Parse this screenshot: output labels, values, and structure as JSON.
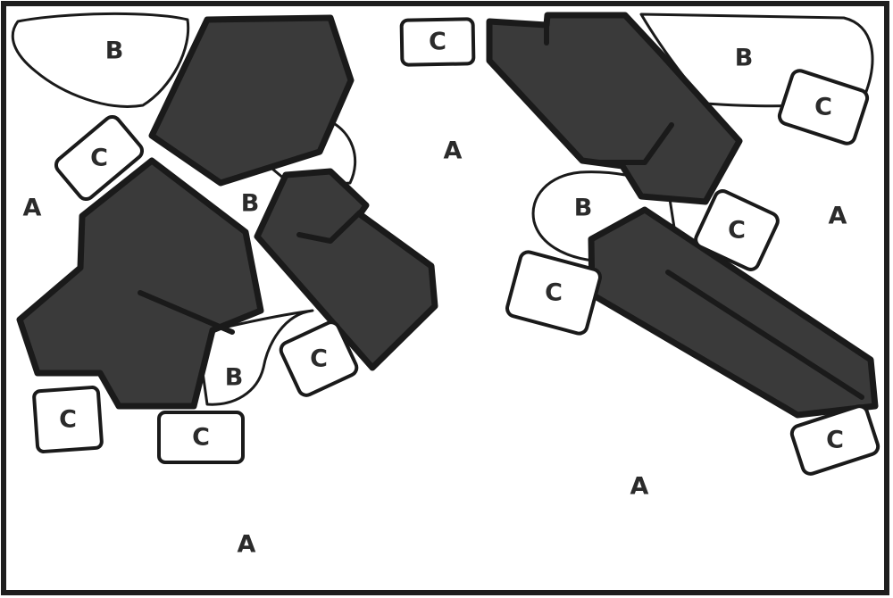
{
  "colors": {
    "ruin_fill": "#3a3a3a",
    "outline": "#1a1a1a",
    "background": "#ffffff"
  },
  "legend": {
    "zone_a": "A",
    "zone_b": "B",
    "zone_c": "C"
  }
}
